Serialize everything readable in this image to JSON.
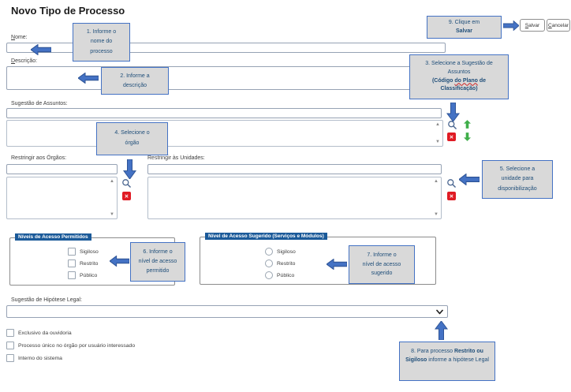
{
  "page": {
    "title": "Novo Tipo de Processo"
  },
  "toolbar": {
    "save": {
      "key": "S",
      "rest": "alvar"
    },
    "cancel": {
      "key": "C",
      "rest": "ancelar"
    }
  },
  "form": {
    "nome": {
      "label_key": "N",
      "label_rest": "ome:"
    },
    "descricao": {
      "label_key": "D",
      "label_rest": "escrição:"
    },
    "sugestao_assuntos": {
      "label": "Sugestão de Assuntos:"
    },
    "restringir_orgaos": {
      "label": "Restringir aos Órgãos:"
    },
    "restringir_unidades": {
      "label": "Restringir às Unidades:"
    },
    "niveis_acesso_permitidos": {
      "legend": "Níveis de Acesso Permitidos",
      "options": [
        "Sigiloso",
        "Restrito",
        "Público"
      ]
    },
    "nivel_acesso_sugerido": {
      "legend": "Nível de Acesso Sugerido (Serviços e Módulos)",
      "options": [
        "Sigiloso",
        "Restrito",
        "Público"
      ]
    },
    "sugestao_hipotese_legal": {
      "label": "Sugestão de Hipótese Legal:"
    },
    "flags": [
      "Exclusivo da ouvidoria",
      "Processo único no órgão por usuário interessado",
      "Interno do sistema"
    ]
  },
  "icons": {
    "search": "magnifier",
    "remove": "red-x",
    "move_up": "green-arrow-up",
    "move_down": "green-arrow-down",
    "scroll_up": "▲",
    "scroll_down": "▼"
  },
  "callouts": {
    "c1": {
      "lines": [
        "1. Informe o",
        "nome do",
        "processo"
      ]
    },
    "c2": {
      "lines": [
        "2. Informe a",
        "descrição"
      ]
    },
    "c3": {
      "line1": "3. Selecione a Sugestão de",
      "line2": "Assuntos",
      "line3_pre": "(Código ",
      "line3_wavy": "do Plano",
      "line3_post": " de",
      "line4": "Classificação)"
    },
    "c4": {
      "lines": [
        "4. Selecione o",
        "órgão"
      ]
    },
    "c5": {
      "lines": [
        "5. Selecione a",
        "unidade para",
        "disponibilização"
      ]
    },
    "c6": {
      "lines": [
        "6. Informe o",
        "nível de acesso",
        "permitido"
      ]
    },
    "c7": {
      "lines": [
        "7. Informe o",
        "nível de acesso",
        "sugerido"
      ]
    },
    "c8": {
      "pre": "8. Para processo ",
      "bold": "Restrito ou Sigiloso",
      "post": " informe a hipótese Legal"
    },
    "c9": {
      "line1": "9. Clique em",
      "line2": "Salvar"
    }
  },
  "colors": {
    "accent_blue": "#4472c4",
    "accent_blue_dark": "#2f5597",
    "callout_bg": "#d9d9d9",
    "callout_text": "#1f4e79",
    "legend_bg": "#1b5a99",
    "icon_red": "#e01b24",
    "icon_green": "#3fae49"
  }
}
